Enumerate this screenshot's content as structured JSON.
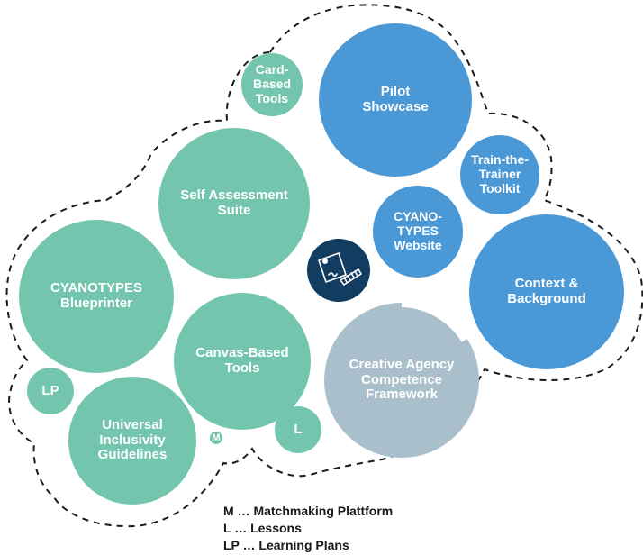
{
  "colors": {
    "green": "#73c6ad",
    "blue": "#4a98d6",
    "grey": "#a9bfcb",
    "navy": "#123c60",
    "dash": "#1a1a1a"
  },
  "bubbles": {
    "card_based_tools": "Card-\nBased\nTools",
    "pilot_showcase": "Pilot\nShowcase",
    "self_assessment_suite": "Self Assessment\nSuite",
    "train_the_trainer_toolkit": "Train-the-\nTrainer\nToolkit",
    "cyanotypes_website": "CYANO-\nTYPES\nWebsite",
    "cyanotypes_blueprinter": "CYANOTYPES\nBlueprinter",
    "context_background": "Context &\nBackground",
    "canvas_based_tools": "Canvas-Based\nTools",
    "creative_agency_framework": "Creative Agency\nCompetence\nFramework",
    "learning_plans_short": "LP",
    "universal_inclusivity_guidelines": "Universal\nInclusivity\nGuidelines",
    "matchmaking_short": "M",
    "lessons_short": "L"
  },
  "center_icon": "blueprint-document-icon",
  "legend": {
    "m": "M … Matchmaking Plattform",
    "l": "L … Lessons",
    "lp": "LP … Learning Plans"
  }
}
